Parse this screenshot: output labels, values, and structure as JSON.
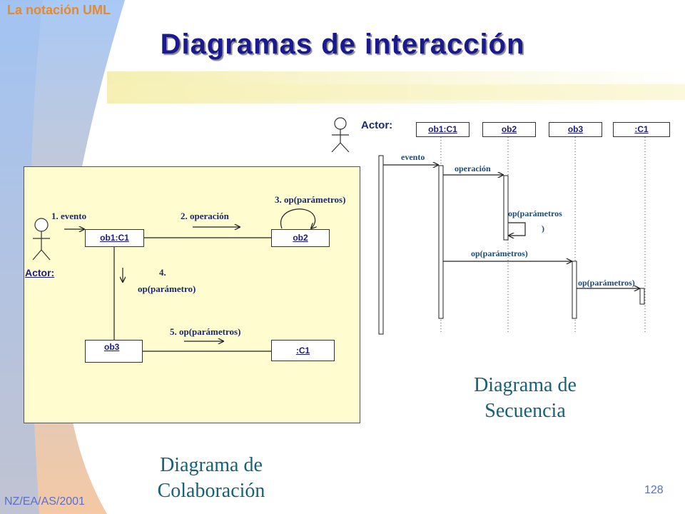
{
  "slide": {
    "header": "La notación UML",
    "title": "Diagramas de interacción",
    "footer": "NZ/EA/AS/2001",
    "page_number": "128"
  },
  "collaboration": {
    "caption_line1": "Diagrama de",
    "caption_line2": "Colaboración",
    "actor_label": "Actor:",
    "objects": {
      "ob1": "ob1:C1",
      "ob2": "ob2",
      "ob3": "ob3",
      "c1": ":C1"
    },
    "messages": {
      "m1": "1. evento",
      "m2": "2. operación",
      "m3": "3. op(parámetros)",
      "m4_line1": "4.",
      "m4_line2": "op(parámetro)",
      "m5": "5. op(parámetros)"
    }
  },
  "sequence": {
    "caption_line1": "Diagrama de",
    "caption_line2": "Secuencia",
    "actor_label": "Actor:",
    "objects": {
      "ob1": "ob1:C1",
      "ob2": "ob2",
      "ob3": "ob3",
      "c1": ":C1"
    },
    "messages": {
      "evento": "evento",
      "operacion": "operación",
      "self_line1": "op(parámetros",
      "self_line2": ")",
      "op_ob3": "op(parámetros)",
      "op_c1": "op(parámetros)"
    }
  },
  "colors": {
    "title": "#1a1a8c",
    "header": "#e8892a",
    "panel": "#fffdd0",
    "caption": "#17607a"
  }
}
